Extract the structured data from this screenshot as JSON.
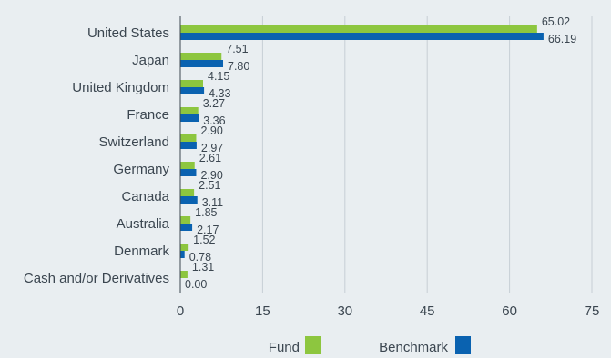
{
  "chart_data": {
    "type": "bar",
    "orientation": "horizontal",
    "title": "",
    "xlabel": "",
    "ylabel": "",
    "xlim": [
      0,
      75
    ],
    "xticks": [
      0,
      15,
      30,
      45,
      60,
      75
    ],
    "grid": true,
    "legend_position": "bottom",
    "categories": [
      "United States",
      "Japan",
      "United Kingdom",
      "France",
      "Switzerland",
      "Germany",
      "Canada",
      "Australia",
      "Denmark",
      "Cash and/or Derivatives"
    ],
    "series": [
      {
        "name": "Fund",
        "color": "#8dc63f",
        "values": [
          65.02,
          7.51,
          4.15,
          3.27,
          2.9,
          2.61,
          2.51,
          1.85,
          1.52,
          1.31
        ],
        "labels": [
          "65.02",
          "7.51",
          "4.15",
          "3.27",
          "2.90",
          "2.61",
          "2.51",
          "1.85",
          "1.52",
          "1.31"
        ]
      },
      {
        "name": "Benchmark",
        "color": "#0a62b0",
        "values": [
          66.19,
          7.8,
          4.33,
          3.36,
          2.97,
          2.9,
          3.11,
          2.17,
          0.78,
          0.0
        ],
        "labels": [
          "66.19",
          "7.80",
          "4.33",
          "3.36",
          "2.97",
          "2.90",
          "3.11",
          "2.17",
          "0.78",
          "0.00"
        ]
      }
    ]
  }
}
